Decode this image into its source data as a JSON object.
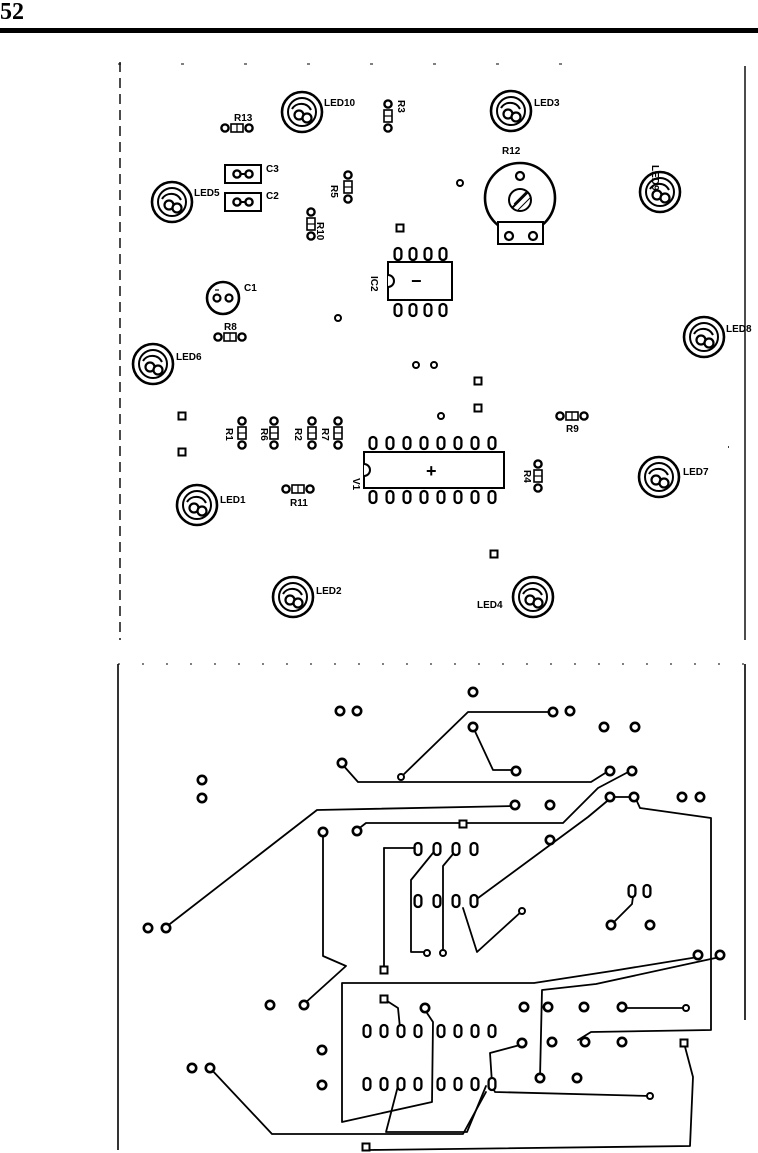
{
  "page": {
    "number": "52"
  },
  "component_layout": {
    "leds": [
      "LED10",
      "LED3",
      "LED9",
      "LED5",
      "LED6",
      "LED8",
      "LED1",
      "LED7",
      "LED2",
      "LED4"
    ],
    "resistors": [
      "R13",
      "R3",
      "R12",
      "R5",
      "R10",
      "R8",
      "R1",
      "R6",
      "R2",
      "R7",
      "R9",
      "R4",
      "R11"
    ],
    "capacitors": [
      "C3",
      "C2",
      "C1"
    ],
    "ics": [
      "IC2",
      "V1"
    ],
    "symbols": {
      "minus": "−",
      "plus": "+"
    }
  }
}
